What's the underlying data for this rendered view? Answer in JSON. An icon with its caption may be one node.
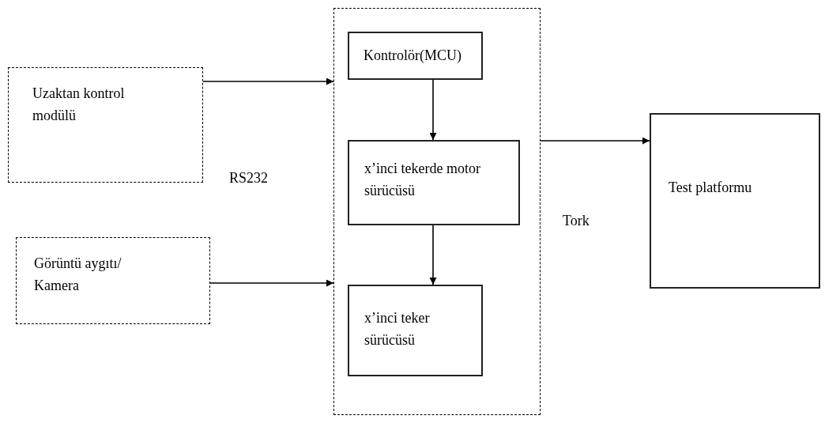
{
  "diagram": {
    "nodes": [
      {
        "text": [
          "Uzaktan kontrol modülü"
        ]
      },
      {
        "text": [
          "Görüntü aygıtı/ Kamera"
        ]
      },
      {
        "text": [],
        "shape": "box"
      },
      {
        "text": [
          "Kontrolör(MCU)"
        ],
        "in": 2
      },
      {
        "text": [
          "x’inci tekerde motor sürücüsü"
        ],
        "in": 2
      },
      {
        "text": [
          "x’inci teker sürücüsü"
        ],
        "in": 2
      },
      {
        "text": [
          "Test platformu"
        ]
      }
    ],
    "edges": [
      {
        "from": 0,
        "to": 2,
        "arrow": "to"
      },
      {
        "from": 1,
        "to": 2,
        "arrow": "to"
      },
      {
        "from": 3,
        "to": 4,
        "arrow": "to"
      },
      {
        "from": 4,
        "to": 5,
        "arrow": "to"
      },
      {
        "from": 2,
        "to": 6,
        "arrow": "to"
      }
    ],
    "labels": [
      "RS232",
      "Tork"
    ]
  }
}
